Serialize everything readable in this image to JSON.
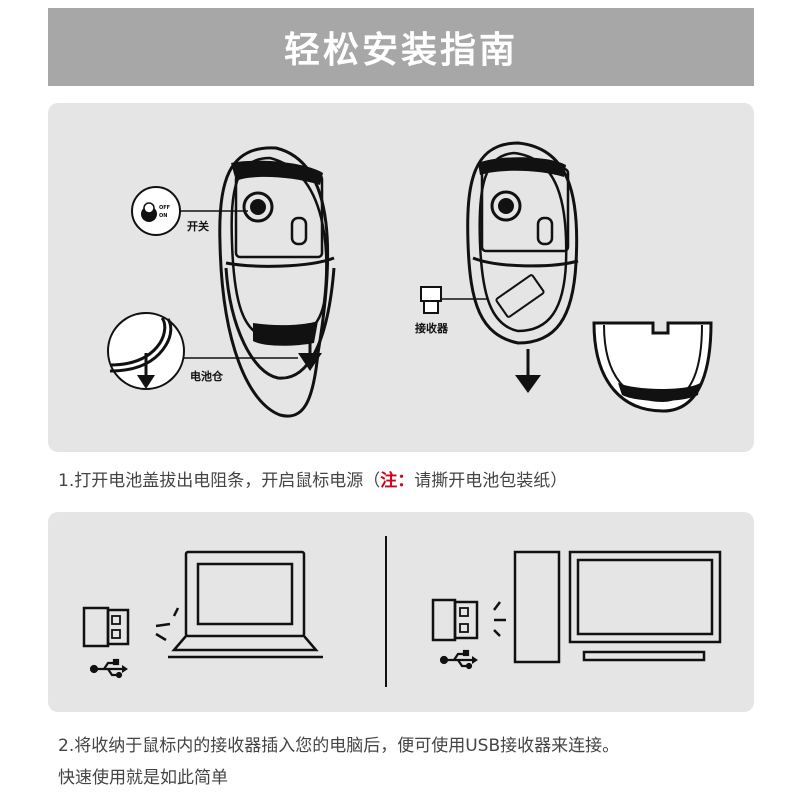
{
  "title": "轻松安装指南",
  "panel1": {
    "switch_label": "开关",
    "switch_off": "OFF",
    "switch_on": "ON",
    "battery_label": "电池仓",
    "receiver_label": "接收器"
  },
  "step1": {
    "text_before": "1.打开电池盖拔出电阻条，开启鼠标电源（",
    "note_label": "注：",
    "text_after": "请撕开电池包装纸）"
  },
  "step2": {
    "line1": "2.将收纳于鼠标内的接收器插入您的电脑后，便可使用USB接收器来连接。",
    "line2": "快速使用就是如此简单"
  },
  "icons": {
    "usb_symbol": "usb-icon",
    "arrow": "down-arrow-icon",
    "laptop": "laptop-icon",
    "desktop": "desktop-monitor-icon",
    "tower": "pc-tower-icon",
    "mouse": "mouse-icon"
  },
  "colors": {
    "title_bg": "#a7a7a7",
    "panel_bg": "#e5e5e5",
    "note": "#d0021b"
  }
}
